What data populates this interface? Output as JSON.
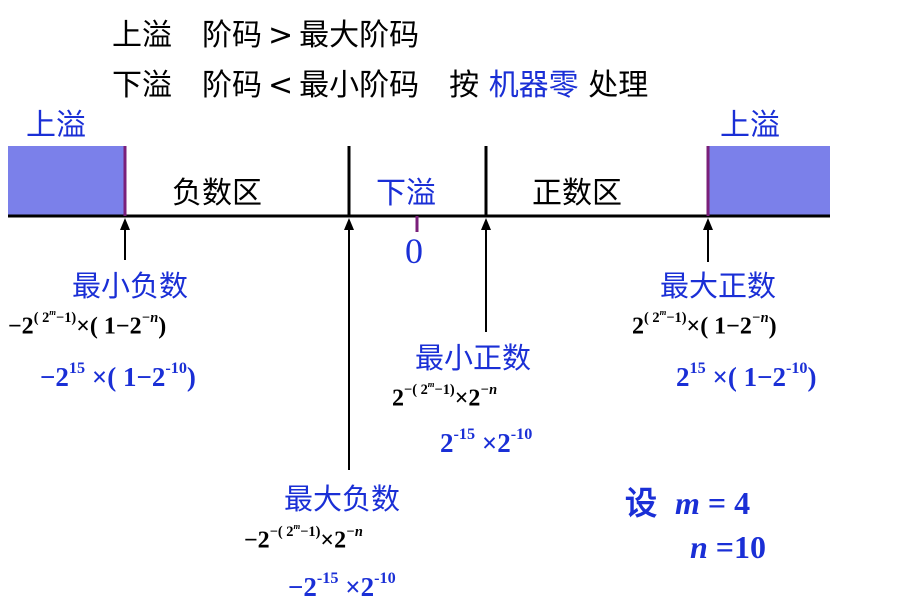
{
  "header": {
    "line1": {
      "overflow": "上溢",
      "exp": "阶码",
      "op": ">",
      "rest": "最大阶码"
    },
    "line2": {
      "underflow": "下溢",
      "exp": "阶码",
      "op": "<",
      "rest": "最小阶码",
      "press": "按",
      "machine_zero": "机器零",
      "handle": "处理"
    }
  },
  "axis": {
    "overflow_left": "上溢",
    "overflow_right": "上溢",
    "negative_region": "负数区",
    "underflow": "下溢",
    "positive_region": "正数区",
    "zero": "0"
  },
  "points": {
    "min_negative": {
      "label": "最小负数",
      "f1_a": "−2",
      "f1_paren": "(",
      "f1_m": "2",
      "f1_msup": "m",
      "f1_mminus": "−1)",
      "f1_b": "×( 1−2",
      "f1_nsup": "−n",
      "f1_c": ")",
      "f2_a": "−2",
      "f2_exp": "15",
      "f2_b": " ×( 1−2",
      "f2_exp2": "-10",
      "f2_c": ")"
    },
    "max_negative": {
      "label": "最大负数",
      "f1_a": "−2",
      "f1_exp": "−( 2",
      "f1_msup": "m",
      "f1_mminus": "−1)",
      "f1_b": "×2",
      "f1_nsup": "−n",
      "f2_a": "−2",
      "f2_exp": "-15",
      "f2_b": " ×2",
      "f2_exp2": "-10"
    },
    "min_positive": {
      "label": "最小正数",
      "f1_a": "2",
      "f1_exp": "−( 2",
      "f1_msup": "m",
      "f1_mminus": "−1)",
      "f1_b": "×2",
      "f1_nsup": "−n",
      "f2_a": "2",
      "f2_exp": "-15",
      "f2_b": " ×2",
      "f2_exp2": "-10"
    },
    "max_positive": {
      "label": "最大正数",
      "f1_a": "2",
      "f1_exp": "( 2",
      "f1_msup": "m",
      "f1_mminus": "−1)",
      "f1_b": "×( 1−2",
      "f1_nsup": "−n",
      "f1_c": ")",
      "f2_a": "2",
      "f2_exp": "15",
      "f2_b": " ×( 1−2",
      "f2_exp2": "-10",
      "f2_c": ")"
    }
  },
  "assumption": {
    "set": "设",
    "m_var": "m",
    "m_eq": " = 4",
    "n_var": "n",
    "n_eq": " =10"
  },
  "colors": {
    "overflow_fill": "#7b80ea",
    "boundary_mark": "#7a1f7a",
    "accent_blue": "#1a2fd6"
  }
}
